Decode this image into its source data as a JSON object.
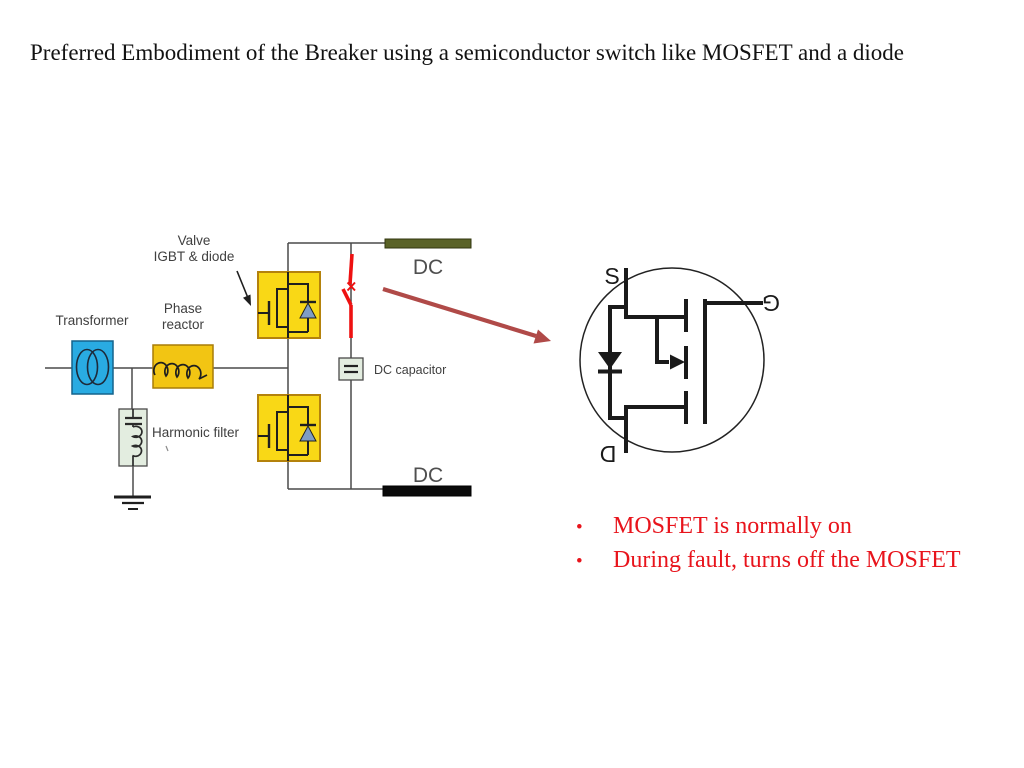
{
  "slide": {
    "title": "Preferred Embodiment of the Breaker using a semiconductor switch like MOSFET and a diode",
    "bullet_char": "•",
    "bullets": [
      "MOSFET is normally on",
      "During fault, turns off the MOSFET"
    ],
    "bullet_color": "#e8141c"
  },
  "diagram": {
    "labels": {
      "transformer": "Transformer",
      "phase_reactor_line1": "Phase",
      "phase_reactor_line2": "reactor",
      "valve_line1": "Valve",
      "valve_line2": "IGBT & diode",
      "harmonic_filter": "Harmonic filter",
      "dc_capacitor": "DC capacitor",
      "dc_top": "DC",
      "dc_bottom": "DC"
    },
    "colors": {
      "transformer_fill": "#29abe2",
      "reactor_fill": "#f2c513",
      "valve_fill": "#f9d816",
      "filter_fill": "#e3ede0",
      "dc_bus_top": "#5a6227",
      "dc_bus_bottom": "#0a0a0a",
      "switch_red": "#ee1111",
      "arrow_red": "#b04a48",
      "valve_diode_fill": "#7f9dc4"
    }
  },
  "mosfet_symbol": {
    "source_label": "S",
    "gate_label": "G",
    "drain_label": "D"
  }
}
